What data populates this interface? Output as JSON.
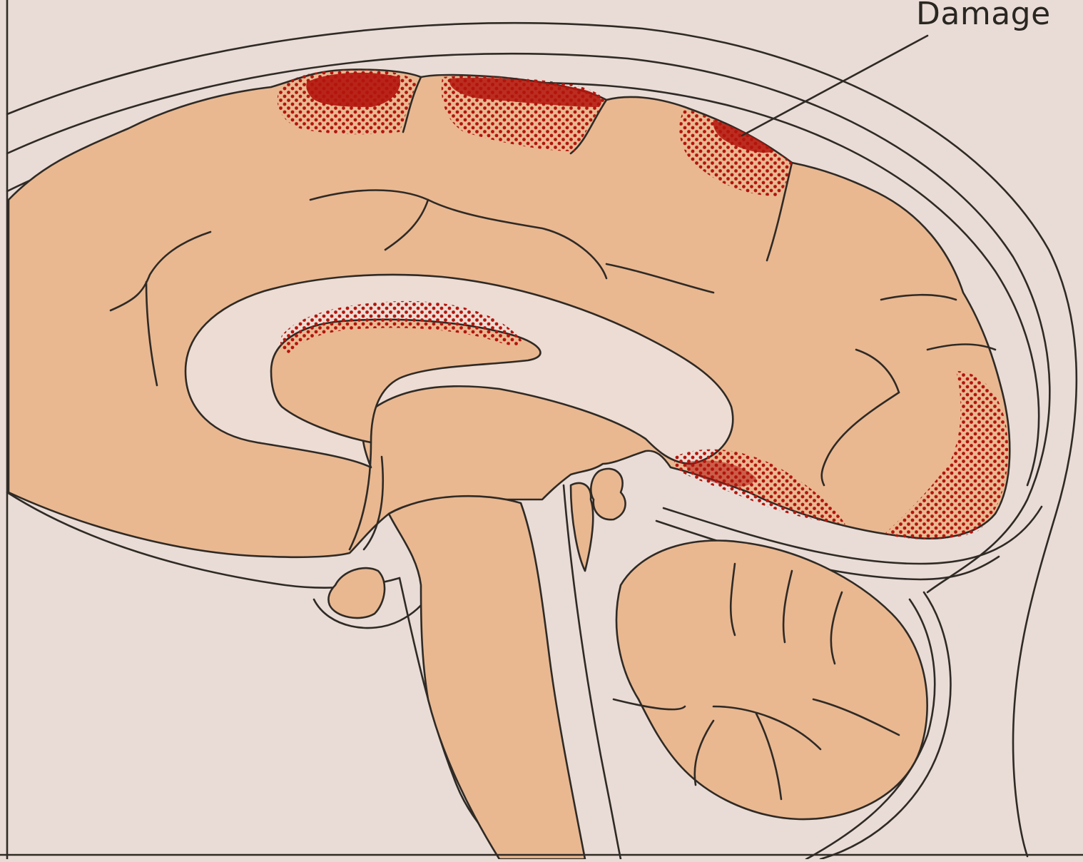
{
  "figure": {
    "label_damage": "Damage",
    "colors": {
      "background": "#e9dcd6",
      "tissue": "#e9b891",
      "outline": "#2f2a25",
      "damage": "#b3140c"
    },
    "damage_regions": [
      "frontal-top",
      "parietal-top-1",
      "parietal-top-2",
      "cingulate",
      "occipital",
      "occipital-temporal"
    ]
  }
}
